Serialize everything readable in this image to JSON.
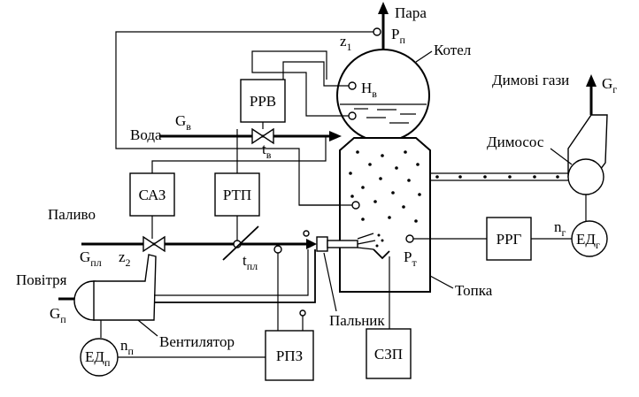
{
  "labels": {
    "steam": "Пара",
    "steam_pressure": "P",
    "steam_pressure_sub": "п",
    "z1": "z",
    "z1_sub": "1",
    "boiler": "Котел",
    "level": "H",
    "level_sub": "в",
    "rrv": "РРВ",
    "water": "Вода",
    "water_flow": "G",
    "water_flow_sub": "в",
    "water_temp": "t",
    "water_temp_sub": "в",
    "flue_gas": "Димові гази",
    "flue_flow": "G",
    "flue_flow_sub": "г",
    "exhauster": "Димосос",
    "saz": "САЗ",
    "rtp": "РТП",
    "fuel": "Паливо",
    "fuel_flow": "G",
    "fuel_flow_sub": "пл",
    "z2": "z",
    "z2_sub": "2",
    "fuel_temp": "t",
    "fuel_temp_sub": "пл",
    "rrg": "РРГ",
    "n_g": "n",
    "n_g_sub": "г",
    "ed_g": "ЕД",
    "ed_g_sub": "г",
    "furnace_pressure": "P",
    "furnace_pressure_sub": "т",
    "furnace": "Топка",
    "air": "Повітря",
    "air_flow": "G",
    "air_flow_sub": "п",
    "fan": "Вентилятор",
    "burner": "Пальник",
    "ed_p": "ЕД",
    "ed_p_sub": "п",
    "n_p": "n",
    "n_p_sub": "п",
    "rpz": "РПЗ",
    "szp": "СЗП"
  }
}
